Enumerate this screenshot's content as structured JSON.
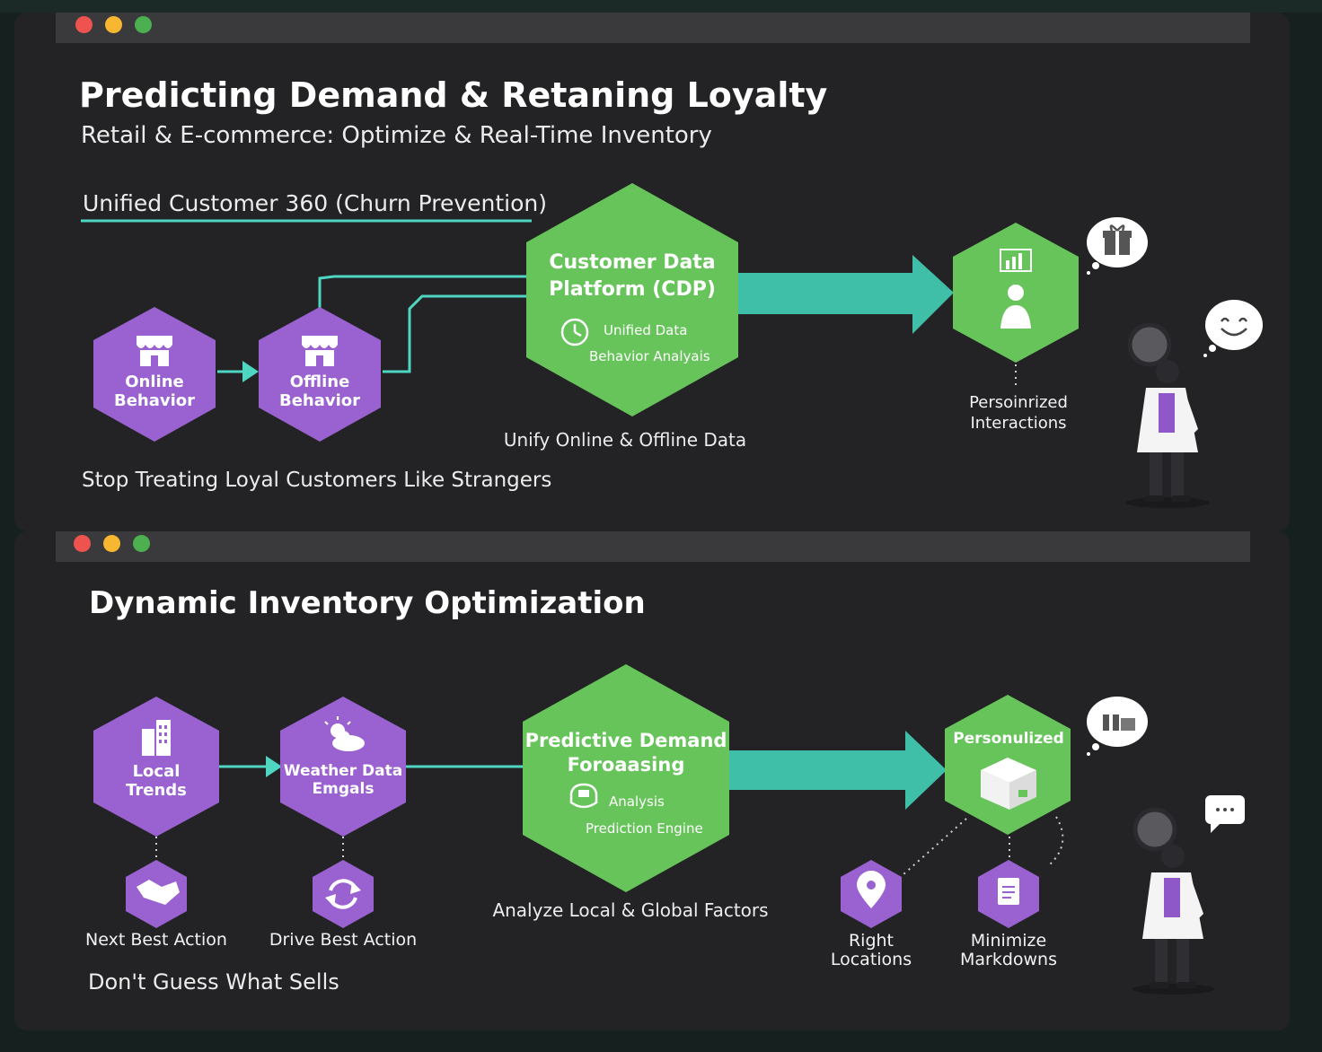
{
  "colors": {
    "background": "#16201f",
    "panel": "#232325",
    "titlebar": "#3a3a3c",
    "hex_purple": "#9a62d1",
    "hex_purple_light": "#a877dc",
    "hex_green": "#67c45a",
    "hex_green_dark": "#58b04d",
    "connector_teal": "#4fd6c2",
    "arrow_teal": "#3fbfa8",
    "dot_red": "#ef5350",
    "dot_yellow": "#f7b731",
    "dot_green": "#4caf50"
  },
  "panel1": {
    "title": "Predicting Demand & Retaning Loyalty",
    "subtitle": "Retail & E-commerce: Optimize & Real-Time Inventory",
    "section_heading": "Unified Customer 360 (Churn Prevention)",
    "nodes": {
      "online": {
        "line1": "Online",
        "line2": "Behavior",
        "icon": "storefront-icon"
      },
      "offline": {
        "line1": "Offline",
        "line2": "Behavior",
        "icon": "storefront-icon"
      },
      "cdp": {
        "line1": "Customer Data",
        "line2": "Platform (CDP)",
        "detail1": "Unified Data",
        "detail2": "Behavior Analyais",
        "icon": "clock-icon"
      },
      "personalized": {
        "line1": "Persoinrized",
        "line2": "Interactions",
        "icon": "user-chart-icon"
      }
    },
    "cdp_caption": "Unify Online & Offline Data",
    "footer": "Stop Treating Loyal Customers Like Strangers",
    "bubbles": [
      "gift-icon",
      "smiley-icon"
    ]
  },
  "panel2": {
    "title": "Dynamic Inventory Optimization",
    "nodes": {
      "local": {
        "line1": "Local",
        "line2": "Trends",
        "icon": "buildings-icon"
      },
      "weather": {
        "line1": "Weather Data",
        "line2": "Emgals",
        "icon": "weather-icon"
      },
      "predictive": {
        "line1": "Predictive Demand",
        "line2": "Foroaasing",
        "detail1": "Analysis",
        "detail2": "Prediction Engine",
        "icon": "chip-icon"
      },
      "personalized": {
        "line1": "Personulized",
        "icon": "box-icon"
      },
      "next_best": {
        "label": "Next Best Action",
        "icon": "handshake-icon"
      },
      "drive_best": {
        "label": "Drive Best Action",
        "icon": "refresh-icon"
      },
      "right_locations": {
        "line1": "Right",
        "line2": "Locations",
        "icon": "location-pin-icon"
      },
      "minimize": {
        "line1": "Minimize",
        "line2": "Markdowns",
        "icon": "document-icon"
      }
    },
    "predictive_caption": "Analyze Local & Global Factors",
    "footer": "Don't Guess What Sells",
    "bubbles": [
      "gift-box-icon",
      "chat-icon"
    ]
  }
}
